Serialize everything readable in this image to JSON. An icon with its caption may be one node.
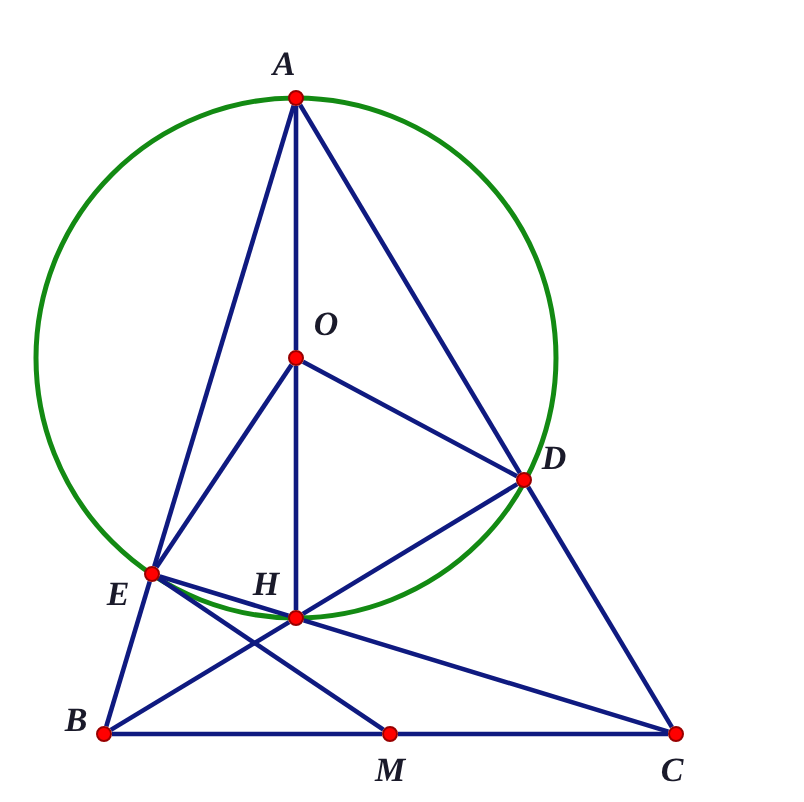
{
  "diagram": {
    "nodes": [
      {
        "text": [],
        "shape": "circle",
        "beside": [
          "A"
        ]
      },
      {
        "text": [],
        "shape": "circle",
        "beside": [
          "O"
        ]
      },
      {
        "text": [],
        "shape": "circle",
        "beside": [
          "D"
        ]
      },
      {
        "text": [],
        "shape": "circle",
        "beside": [
          "E"
        ]
      },
      {
        "text": [],
        "shape": "circle",
        "beside": [
          "H"
        ]
      },
      {
        "text": [],
        "shape": "circle",
        "beside": [
          "B"
        ]
      },
      {
        "text": [],
        "shape": "circle",
        "beside": [
          "M"
        ]
      },
      {
        "text": [],
        "shape": "circle",
        "beside": [
          "C"
        ]
      }
    ],
    "edges": [
      {
        "from": 0,
        "to": 1,
        "arrow": "none"
      },
      {
        "from": 1,
        "to": 4,
        "arrow": "none"
      },
      {
        "from": 0,
        "to": 3,
        "arrow": "none"
      },
      {
        "from": 3,
        "to": 5,
        "arrow": "none"
      },
      {
        "from": 0,
        "to": 2,
        "arrow": "none"
      },
      {
        "from": 2,
        "to": 7,
        "arrow": "none"
      },
      {
        "from": 5,
        "to": 6,
        "arrow": "none"
      },
      {
        "from": 6,
        "to": 7,
        "arrow": "none"
      },
      {
        "from": 1,
        "to": 3,
        "arrow": "none"
      },
      {
        "from": 1,
        "to": 2,
        "arrow": "none"
      },
      {
        "from": 3,
        "to": 4,
        "arrow": "none"
      },
      {
        "from": 4,
        "to": 7,
        "arrow": "none"
      },
      {
        "from": 5,
        "to": 4,
        "arrow": "none"
      },
      {
        "from": 4,
        "to": 2,
        "arrow": "none"
      },
      {
        "from": 3,
        "to": 6,
        "arrow": "none"
      }
    ]
  }
}
